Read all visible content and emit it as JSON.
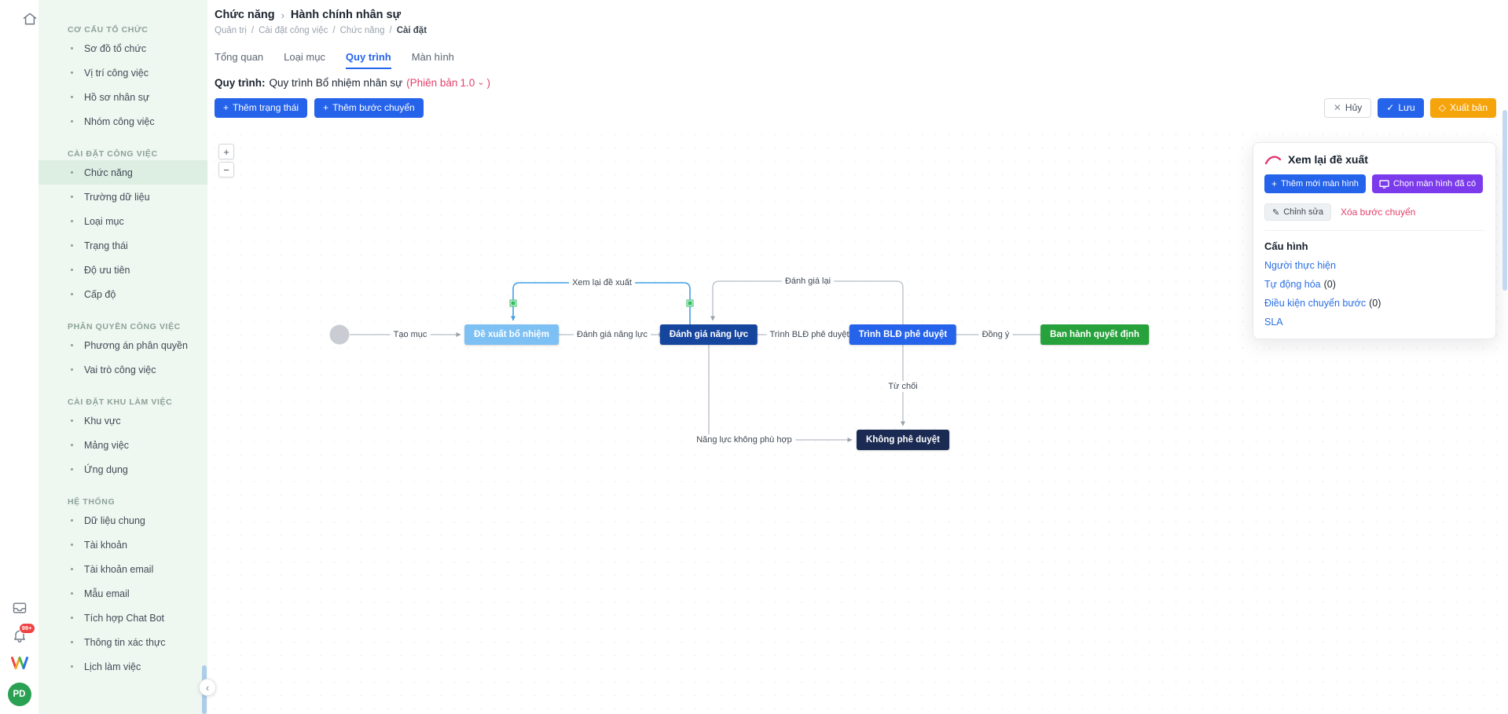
{
  "colors": {
    "accent_blue": "#2563eb",
    "publish_amber": "#f5a40c",
    "purple": "#7c3aed",
    "danger_rose": "#e5406a",
    "sidebar_bg": "#eff7f1",
    "sidebar_selected_bg": "#ddeee3",
    "selected_edge_blue": "#41a0e8",
    "handle_green": "#2fbe5f",
    "edge_gray": "#b7bdc6"
  },
  "icons": {
    "breadcrumb_separator": "›",
    "path_separator": "/",
    "chevron_down": "⌄",
    "plus": "+",
    "close": "✕",
    "check": "✓",
    "publish": "◇",
    "pencil": "✎",
    "collapse": "‹",
    "zoom_in": "+",
    "zoom_out": "−"
  },
  "rail": {
    "badge": "99+",
    "avatar": "PD"
  },
  "sidebar": {
    "sections": [
      {
        "title": "CƠ CẤU TỔ CHỨC",
        "items": [
          {
            "label": "Sơ đồ tổ chức"
          },
          {
            "label": "Vị trí công việc"
          },
          {
            "label": "Hồ sơ nhân sự"
          },
          {
            "label": "Nhóm công việc"
          }
        ]
      },
      {
        "title": "CÀI ĐẶT CÔNG VIỆC",
        "items": [
          {
            "label": "Chức năng",
            "selected": true
          },
          {
            "label": "Trường dữ liệu"
          },
          {
            "label": "Loại mục"
          },
          {
            "label": "Trạng thái"
          },
          {
            "label": "Độ ưu tiên"
          },
          {
            "label": "Cấp độ"
          }
        ]
      },
      {
        "title": "PHÂN QUYỀN CÔNG VIỆC",
        "items": [
          {
            "label": "Phương án phân quyền"
          },
          {
            "label": "Vai trò công việc"
          }
        ]
      },
      {
        "title": "CÀI ĐẶT KHU LÀM VIỆC",
        "items": [
          {
            "label": "Khu vực"
          },
          {
            "label": "Mảng việc"
          },
          {
            "label": "Ứng dụng"
          }
        ]
      },
      {
        "title": "HỆ THỐNG",
        "items": [
          {
            "label": "Dữ liệu chung"
          },
          {
            "label": "Tài khoản"
          },
          {
            "label": "Tài khoản email"
          },
          {
            "label": "Mẫu email"
          },
          {
            "label": "Tích hợp Chat Bot"
          },
          {
            "label": "Thông tin xác thực"
          },
          {
            "label": "Lịch làm việc"
          }
        ]
      }
    ]
  },
  "header": {
    "breadcrumb": {
      "parent": "Chức năng",
      "current": "Hành chính nhân sự"
    },
    "path": [
      {
        "label": "Quản trị"
      },
      {
        "label": "Cài đặt công việc"
      },
      {
        "label": "Chức năng"
      },
      {
        "label": "Cài đặt",
        "current": true
      }
    ],
    "tabs": [
      {
        "label": "Tổng quan"
      },
      {
        "label": "Loại mục"
      },
      {
        "label": "Quy trình",
        "active": true
      },
      {
        "label": "Màn hình"
      }
    ],
    "process": {
      "label": "Quy trình:",
      "name": "Quy trình Bổ nhiệm nhân sự",
      "version_prefix": "(Phiên bản",
      "version": "1.0",
      "version_suffix": ")"
    }
  },
  "toolbar": {
    "add_state": "Thêm trạng thái",
    "add_transition": "Thêm bước chuyển",
    "cancel": "Hủy",
    "save": "Lưu",
    "publish": "Xuất bản"
  },
  "canvas": {
    "nodes": [
      {
        "label": "Đề xuất bổ nhiệm",
        "color": "#7cc0f4"
      },
      {
        "label": "Đánh giá năng lực",
        "color": "#16459e"
      },
      {
        "label": "Trình BLĐ phê duyệt",
        "color": "#2563eb"
      },
      {
        "label": "Ban hành quyết định",
        "color": "#27a13c"
      },
      {
        "label": "Không phê duyệt",
        "color": "#1b2a52"
      }
    ],
    "edges": [
      {
        "label": "Tạo mục"
      },
      {
        "label": "Đánh giá năng lực"
      },
      {
        "label": "Trình BLĐ phê duyệt"
      },
      {
        "label": "Đồng ý"
      },
      {
        "label": "Từ chối"
      },
      {
        "label": "Năng lực không phù hợp"
      },
      {
        "label": "Xem lại đề xuất",
        "selected": true
      },
      {
        "label": "Đánh giá lại"
      }
    ]
  },
  "panel": {
    "title": "Xem lại đề xuất",
    "buttons": {
      "add_screen": "Thêm mới màn hình",
      "choose_screen": "Chọn màn hình đã có",
      "edit": "Chỉnh sửa",
      "delete": "Xóa bước chuyển"
    },
    "config_title": "Cấu hình",
    "links": [
      {
        "label": "Người thực hiện",
        "count": ""
      },
      {
        "label": "Tự động hóa",
        "count": "(0)"
      },
      {
        "label": "Điều kiện chuyển bước",
        "count": "(0)"
      },
      {
        "label": "SLA",
        "count": ""
      }
    ]
  }
}
